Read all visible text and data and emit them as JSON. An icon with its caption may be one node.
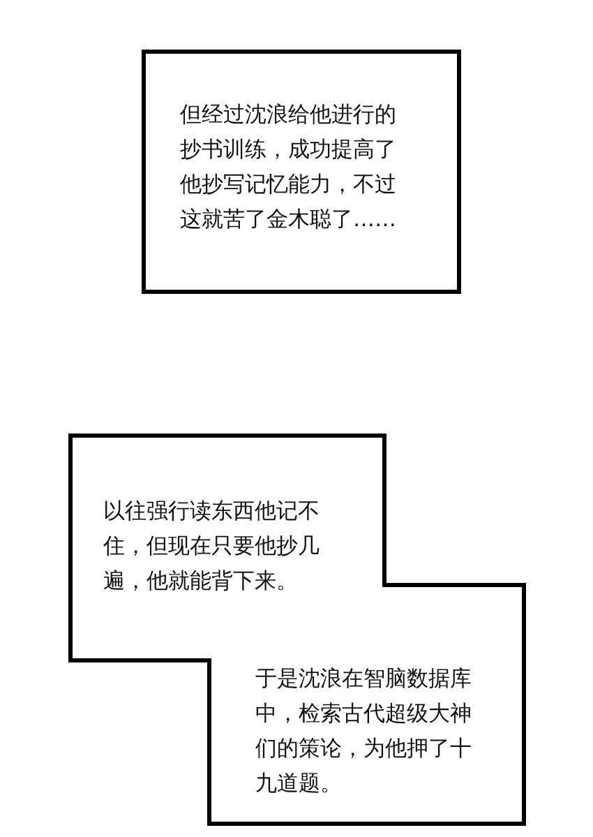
{
  "diagram": {
    "nodes": [
      {
        "text": [
          "但经过沈浪给他进行的抄书训练，成功提高了他抄写记忆能力，不过这就苦了金木聪了……"
        ]
      },
      {
        "text": [
          "以往强行读东西他记不住，但现在只要他抄几遍，他就能背下来。"
        ]
      },
      {
        "text": [
          "于是沈浪在智脑数据库中，检索古代超级大神们的策论，为他押了十九道题。"
        ]
      }
    ]
  }
}
